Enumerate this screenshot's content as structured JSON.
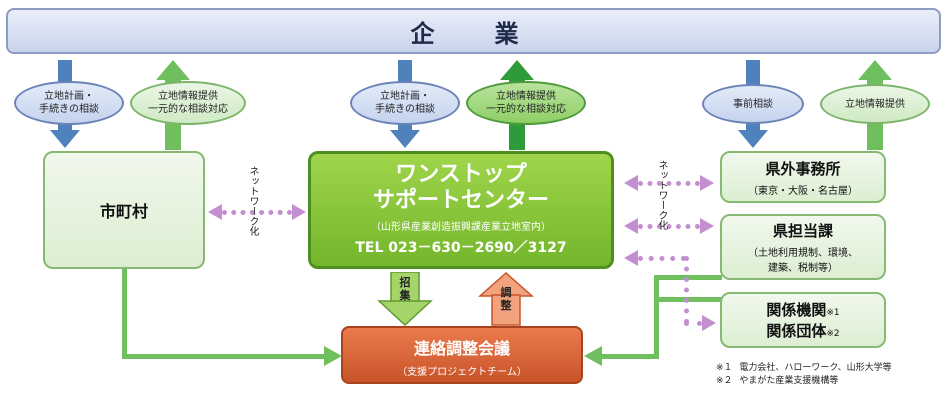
{
  "banner": {
    "title": "企　業"
  },
  "left_column": {
    "oval_consult": [
      "立地計画・",
      "手続きの相談"
    ],
    "oval_info": [
      "立地情報提供",
      "一元的な相談対応"
    ],
    "box_label": "市町村"
  },
  "center_column": {
    "oval_consult": [
      "立地計画・",
      "手続きの相談"
    ],
    "oval_info": [
      "立地情報提供",
      "一元的な相談対応"
    ],
    "title_line1": "ワンストップ",
    "title_line2": "サポートセンター",
    "location": "（山形県産業創造振興課産業立地室内）",
    "tel": "TEL 023－630－2690／3127",
    "recruit_label": [
      "招",
      "集"
    ],
    "adjust_label": [
      "調",
      "整"
    ]
  },
  "right_column": {
    "oval_consult": "事前相談",
    "oval_info": "立地情報提供",
    "office": {
      "label": "県外事務所",
      "sub": "（東京・大阪・名古屋）"
    },
    "section": {
      "label": "県担当課",
      "sub_line1": "（土地利用規制、環境、",
      "sub_line2": "建築、税制等）"
    },
    "orgs": {
      "label1": "関係機関",
      "mark1": "※1",
      "label2": "関係団体",
      "mark2": "※2"
    }
  },
  "network_label": "ネットワーク化",
  "meeting": {
    "title": "連絡調整会議",
    "sub": "（支援プロジェクトチーム）"
  },
  "notes": [
    {
      "mark": "※１",
      "text": "電力会社、ハローワーク、山形大学等"
    },
    {
      "mark": "※２",
      "text": "やまがた産業支援機構等"
    }
  ],
  "colors": {
    "arrow_down": "#4f81bd",
    "arrow_up": "#6fbf5f",
    "center_fill": "#7dbd32",
    "meeting_fill": "#d9653a",
    "network_dots": "#c48fd0"
  }
}
